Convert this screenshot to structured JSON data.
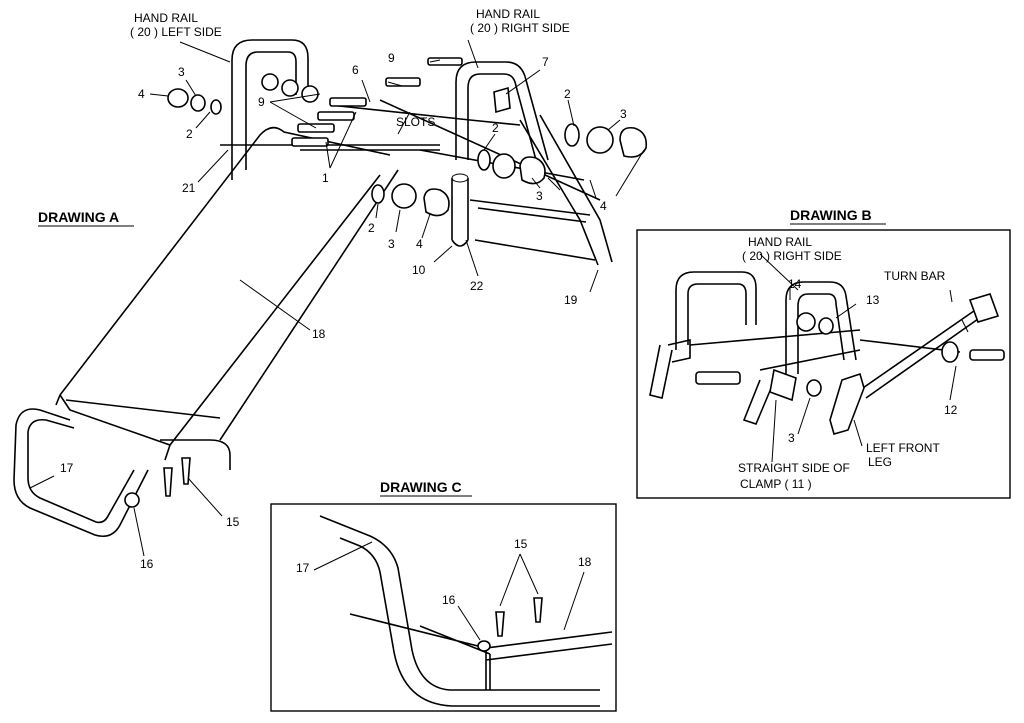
{
  "drawings": {
    "a": {
      "title": "DRAWING  A",
      "labels": {
        "hand_rail_left_1": "HAND RAIL",
        "hand_rail_left_2": "( 20 ) LEFT SIDE",
        "hand_rail_right_1": "HAND RAIL",
        "hand_rail_right_2": "( 20 ) RIGHT SIDE",
        "slots": "SLOTS"
      },
      "parts": {
        "p1": "1",
        "p2a": "2",
        "p2b": "2",
        "p2c": "2",
        "p2d": "2",
        "p3a": "3",
        "p3b": "3",
        "p3c": "3",
        "p3d": "3",
        "p4a": "4",
        "p4b": "4",
        "p4c": "4",
        "p6": "6",
        "p7": "7",
        "p9a": "9",
        "p9b": "9",
        "p10": "10",
        "p15": "15",
        "p16": "16",
        "p17": "17",
        "p18": "18",
        "p19": "19",
        "p21": "21",
        "p22": "22"
      }
    },
    "b": {
      "title": "DRAWING  B",
      "labels": {
        "hand_rail_1": "HAND RAIL",
        "hand_rail_2": "( 20 ) RIGHT SIDE",
        "turn_bar": "TURN BAR",
        "left_front_1": "LEFT FRONT",
        "left_front_2": "LEG",
        "clamp_1": "STRAIGHT SIDE OF",
        "clamp_2": "CLAMP ( 11 )"
      },
      "parts": {
        "p3": "3",
        "p12": "12",
        "p13": "13",
        "p14": "14"
      }
    },
    "c": {
      "title": "DRAWING C",
      "parts": {
        "p15": "15",
        "p16": "16",
        "p17": "17",
        "p18": "18"
      }
    }
  }
}
